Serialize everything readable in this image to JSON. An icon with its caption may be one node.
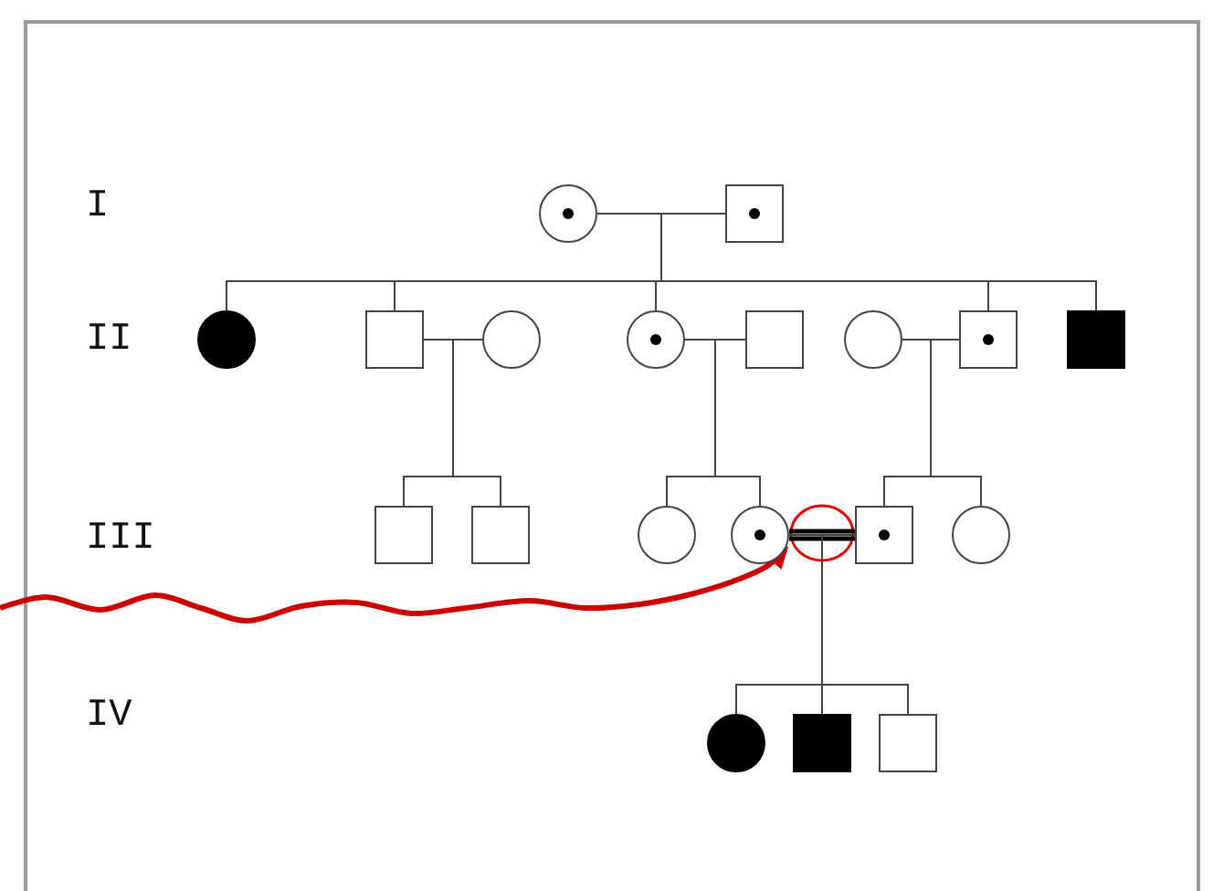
{
  "diagram": {
    "nodes": [
      {
        "text": [],
        "shape": "dotted-circle"
      },
      {
        "text": [],
        "shape": "dotted-box"
      },
      {
        "text": [],
        "shape": "filled-circle"
      },
      {
        "text": [],
        "shape": "box"
      },
      {
        "text": [],
        "shape": "circle"
      },
      {
        "text": [],
        "shape": "dotted-circle"
      },
      {
        "text": [],
        "shape": "box"
      },
      {
        "text": [],
        "shape": "circle"
      },
      {
        "text": [],
        "shape": "dotted-box"
      },
      {
        "text": [],
        "shape": "filled-box"
      },
      {
        "text": [],
        "shape": "box"
      },
      {
        "text": [],
        "shape": "box"
      },
      {
        "text": [],
        "shape": "circle"
      },
      {
        "text": [],
        "shape": "dotted-circle"
      },
      {
        "text": [],
        "shape": "dotted-box"
      },
      {
        "text": [],
        "shape": "circle"
      },
      {
        "text": [],
        "shape": "filled-circle"
      },
      {
        "text": [],
        "shape": "filled-box"
      },
      {
        "text": [],
        "shape": "box"
      }
    ],
    "edges": [
      {
        "from": 0,
        "to": 1,
        "arrow": "none"
      },
      {
        "from": 3,
        "to": 4,
        "arrow": "none"
      },
      {
        "from": 5,
        "to": 6,
        "arrow": "none"
      },
      {
        "from": 7,
        "to": 8,
        "arrow": "none"
      },
      {
        "from": 13,
        "to": 14,
        "arrow": "none",
        "style": "thick"
      },
      {
        "from": 0,
        "to": 2,
        "arrow": "none"
      },
      {
        "from": 1,
        "to": 2,
        "arrow": "none"
      },
      {
        "from": 0,
        "to": 3,
        "arrow": "none"
      },
      {
        "from": 1,
        "to": 3,
        "arrow": "none"
      },
      {
        "from": 0,
        "to": 5,
        "arrow": "none"
      },
      {
        "from": 1,
        "to": 5,
        "arrow": "none"
      },
      {
        "from": 0,
        "to": 8,
        "arrow": "none"
      },
      {
        "from": 1,
        "to": 8,
        "arrow": "none"
      },
      {
        "from": 0,
        "to": 9,
        "arrow": "none"
      },
      {
        "from": 1,
        "to": 9,
        "arrow": "none"
      },
      {
        "from": 3,
        "to": 10,
        "arrow": "none"
      },
      {
        "from": 4,
        "to": 10,
        "arrow": "none"
      },
      {
        "from": 3,
        "to": 11,
        "arrow": "none"
      },
      {
        "from": 4,
        "to": 11,
        "arrow": "none"
      },
      {
        "from": 5,
        "to": 12,
        "arrow": "none"
      },
      {
        "from": 6,
        "to": 12,
        "arrow": "none"
      },
      {
        "from": 5,
        "to": 13,
        "arrow": "none"
      },
      {
        "from": 6,
        "to": 13,
        "arrow": "none"
      },
      {
        "from": 7,
        "to": 14,
        "arrow": "none"
      },
      {
        "from": 8,
        "to": 14,
        "arrow": "none"
      },
      {
        "from": 7,
        "to": 15,
        "arrow": "none"
      },
      {
        "from": 8,
        "to": 15,
        "arrow": "none"
      },
      {
        "from": 13,
        "to": 16,
        "arrow": "none"
      },
      {
        "from": 14,
        "to": 16,
        "arrow": "none"
      },
      {
        "from": 13,
        "to": 17,
        "arrow": "none"
      },
      {
        "from": 14,
        "to": 17,
        "arrow": "none"
      },
      {
        "from": 13,
        "to": 18,
        "arrow": "none"
      },
      {
        "from": 14,
        "to": 18,
        "arrow": "none"
      },
      {
        "from": null,
        "to": 13,
        "arrow": "to",
        "style": "thick",
        "color": "#cc0000"
      }
    ],
    "labels": [
      "I",
      "II",
      "III",
      "IV"
    ]
  }
}
